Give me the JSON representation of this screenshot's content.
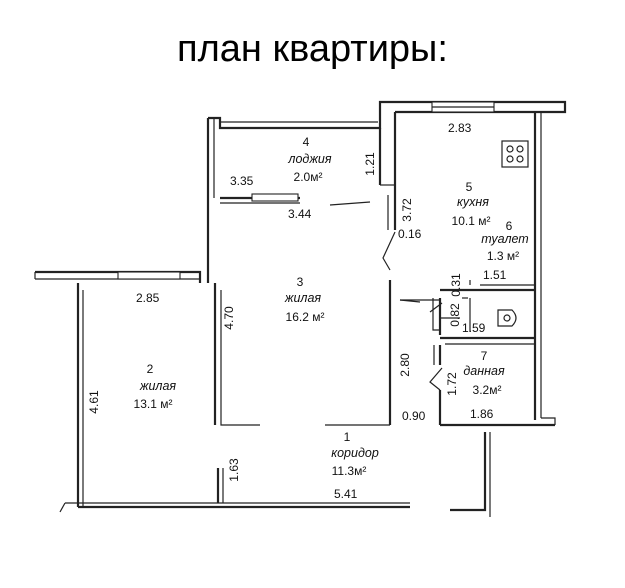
{
  "title": "план квартиры:",
  "rooms": [
    {
      "number": "1",
      "name": "коридор",
      "area": "11.3м²"
    },
    {
      "number": "2",
      "name": "жилая",
      "area": "13.1 м²"
    },
    {
      "number": "3",
      "name": "жилая",
      "area": "16.2 м²"
    },
    {
      "number": "4",
      "name": "лоджия",
      "area": "2.0м²"
    },
    {
      "number": "5",
      "name": "кухня",
      "area": "10.1 м²"
    },
    {
      "number": "6",
      "name": "туалет",
      "area": "1.3 м²"
    },
    {
      "number": "7",
      "name": "данная",
      "area": "3.2м²"
    }
  ],
  "dimensions": [
    "3.35",
    "1.21",
    "3.44",
    "2.83",
    "3.72",
    "0.16",
    "2.85",
    "4.70",
    "0.31",
    "1.51",
    "0.82",
    "1.59",
    "4.61",
    "2.80",
    "1.72",
    "0.90",
    "1.86",
    "1.63",
    "5.41"
  ]
}
